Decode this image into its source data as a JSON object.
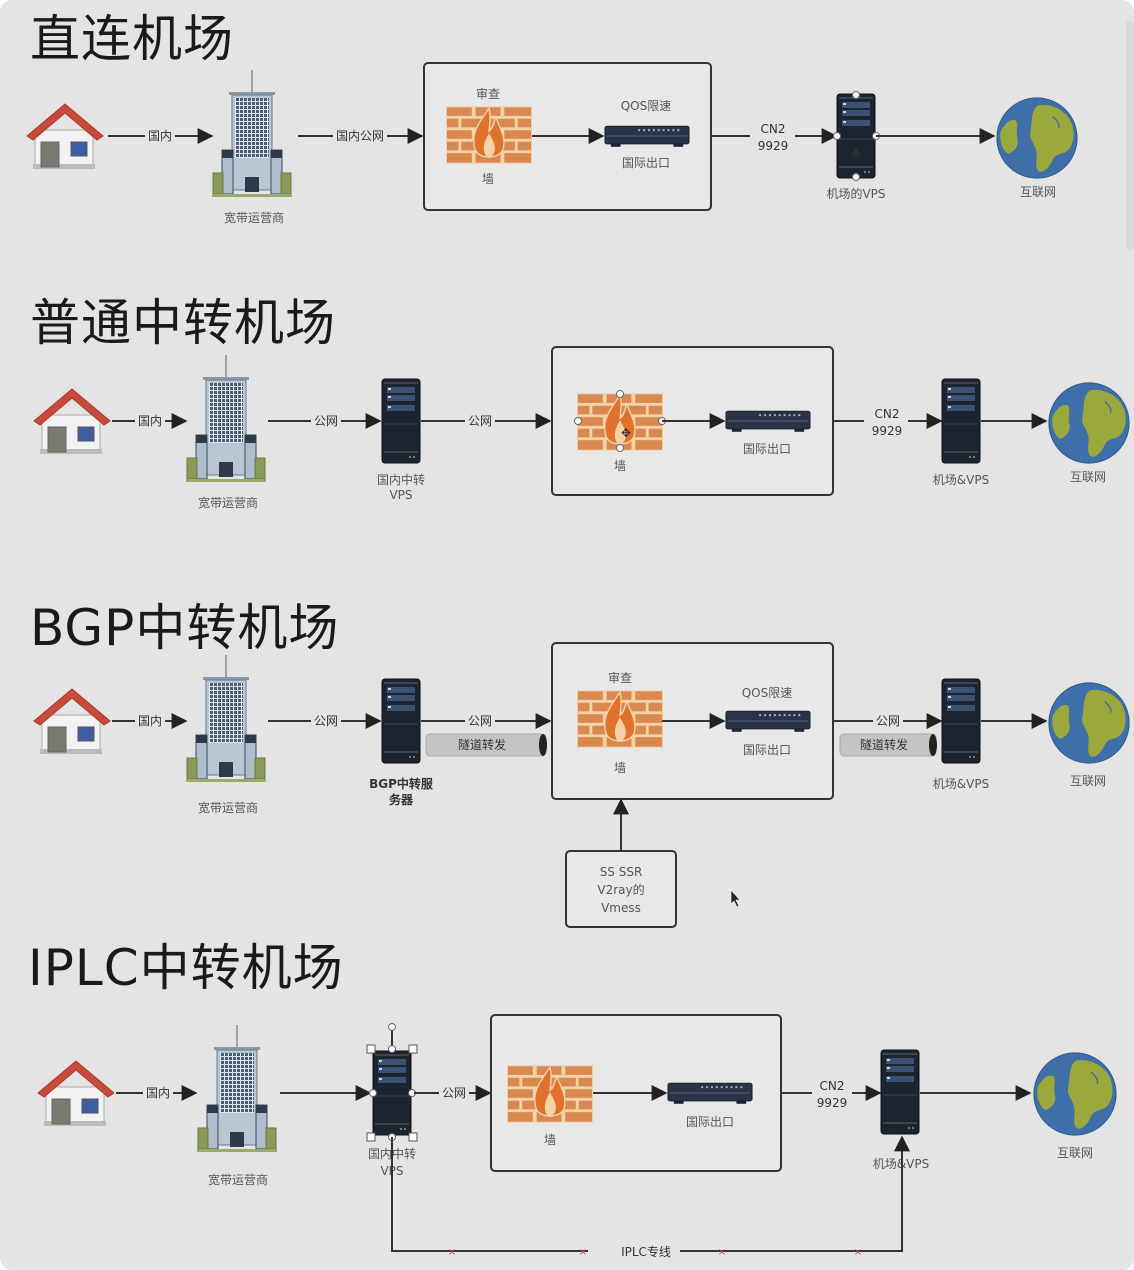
{
  "colors": {
    "background": "#e4e4e4",
    "line": "#333333",
    "firewall_brick": "#d9894f",
    "firewall_mortar": "#f3d2a8",
    "flame": "#e0722e",
    "server_body": "#1c2430",
    "server_panel": "#3b5275",
    "router_body": "#2b3447",
    "house_roof": "#c74a3a",
    "house_wall": "#f2f2f2",
    "globe_ocean": "#3f6fa8",
    "globe_land": "#9aa83c",
    "tunnel": "#c4c4c4",
    "iplc_mark": "#c05050"
  },
  "sections": [
    {
      "id": "direct",
      "title": "直连机场",
      "nodes": {
        "home": "",
        "isp": "宽带运营商",
        "firewall_top": "审查",
        "firewall_bottom": "墙",
        "router_top": "QOS限速",
        "router_bottom": "国际出口",
        "vps": "机场的VPS",
        "internet": "互联网"
      },
      "edges": {
        "home_isp": "国内",
        "isp_box": "国内公网",
        "box_vps_line1": "CN2",
        "box_vps_line2": "9929"
      }
    },
    {
      "id": "relay",
      "title": "普通中转机场",
      "nodes": {
        "isp": "宽带运营商",
        "relay_line1": "国内中转",
        "relay_line2": "VPS",
        "firewall_bottom": "墙",
        "router_bottom": "国际出口",
        "vps": "机场&VPS",
        "internet": "互联网"
      },
      "edges": {
        "home_isp": "国内",
        "isp_relay": "公网",
        "relay_box": "公网",
        "box_vps_line1": "CN2",
        "box_vps_line2": "9929"
      }
    },
    {
      "id": "bgp",
      "title": "BGP中转机场",
      "nodes": {
        "isp": "宽带运营商",
        "relay_line1": "BGP中转服",
        "relay_line2": "务器",
        "firewall_top": "审查",
        "firewall_bottom": "墙",
        "router_top": "QOS限速",
        "router_bottom": "国际出口",
        "vps": "机场&VPS",
        "internet": "互联网",
        "protocol_line1": "SS SSR",
        "protocol_line2": "V2ray的",
        "protocol_line3": "Vmess"
      },
      "edges": {
        "home_isp": "国内",
        "isp_relay": "公网",
        "relay_box": "公网",
        "relay_box_tunnel": "隧道转发",
        "box_vps": "公网",
        "box_vps_tunnel": "隧道转发"
      }
    },
    {
      "id": "iplc",
      "title": "IPLC中转机场",
      "nodes": {
        "isp": "宽带运营商",
        "relay_line1": "国内中转",
        "relay_line2": "VPS",
        "firewall_bottom": "墙",
        "router_bottom": "国际出口",
        "vps": "机场&VPS",
        "internet": "互联网"
      },
      "edges": {
        "home_isp": "国内",
        "relay_box": "公网",
        "box_vps_line1": "CN2",
        "box_vps_line2": "9929",
        "iplc_line": "IPLC专线"
      }
    }
  ]
}
